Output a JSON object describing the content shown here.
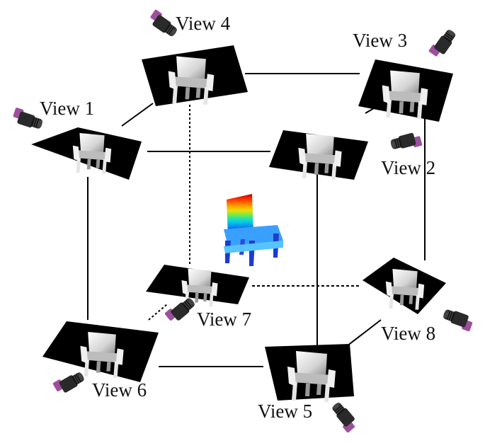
{
  "views": [
    {
      "id": 1,
      "label": "View 1"
    },
    {
      "id": 2,
      "label": "View 2"
    },
    {
      "id": 3,
      "label": "View 3"
    },
    {
      "id": 4,
      "label": "View 4"
    },
    {
      "id": 5,
      "label": "View 5"
    },
    {
      "id": 6,
      "label": "View 6"
    },
    {
      "id": 7,
      "label": "View 7"
    },
    {
      "id": 8,
      "label": "View 8"
    }
  ],
  "center_object": {
    "icon": "rainbow-depth-chair-icon"
  },
  "colors": {
    "panel": "#000000",
    "chair_render": "#d9d9d9",
    "camera_body": "#2a2a2a",
    "camera_accent": "#9c4f9c",
    "edge_line": "#000000"
  }
}
